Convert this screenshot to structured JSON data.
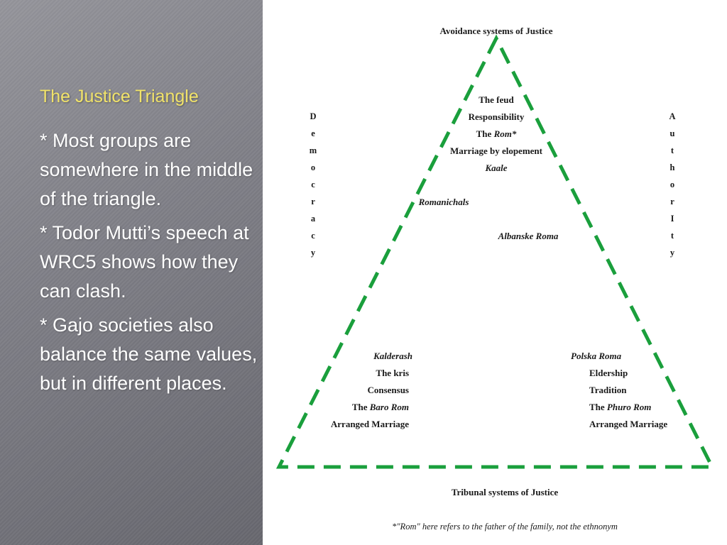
{
  "slide": {
    "title": "The Justice Triangle",
    "bullets": [
      "* Most groups are somewhere in the middle  of the triangle.",
      "* Todor Mutti’s speech at WRC5 shows how they can clash.",
      "* Gajo societies also balance the same values, but in different places."
    ],
    "colors": {
      "title": "#f1e36a",
      "bullet_text": "#ffffff",
      "triangle": "#1a9f3c"
    }
  },
  "diagram": {
    "top_label": "Avoidance systems of Justice",
    "bottom_label": "Tribunal systems of Justice",
    "left_axis": [
      "D",
      "e",
      "m",
      "o",
      "c",
      "r",
      "a",
      "c",
      "y"
    ],
    "right_axis": [
      "A",
      "u",
      "t",
      "h",
      "o",
      "r",
      "I",
      "t",
      "y"
    ],
    "top_items": {
      "feud": "The feud",
      "responsibility": "Responsibility",
      "rom_prefix": "The ",
      "rom_italic": "Rom*",
      "marriage": "Marriage by elopement",
      "kaale": "Kaale"
    },
    "romanichals": "Romanichals",
    "albanske": "Albanske Roma",
    "left_group": {
      "name": "Kalderash",
      "kris": "The kris",
      "consensus": "Consensus",
      "baro_prefix": "The ",
      "baro_italic": "Baro Rom",
      "arranged": "Arranged Marriage"
    },
    "right_group": {
      "name": "Polska Roma",
      "eldership": "Eldership",
      "tradition": "Tradition",
      "phuro_prefix": "The ",
      "phuro_italic": "Phuro Rom",
      "arranged": "Arranged Marriage"
    },
    "footnote": "*\"Rom\" here refers to the father of the family, not the ethnonym"
  }
}
